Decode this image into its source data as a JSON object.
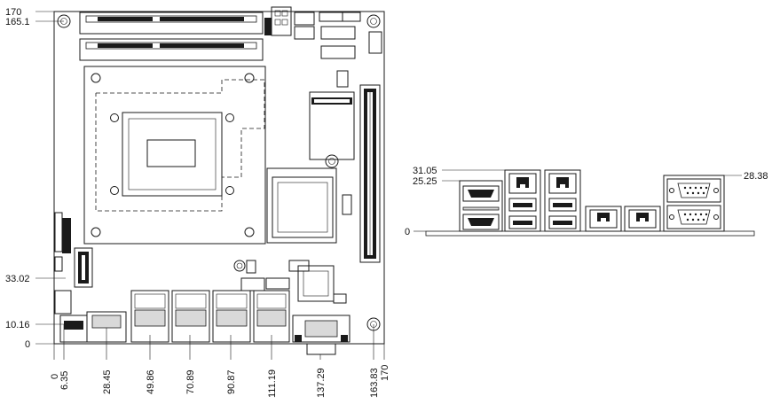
{
  "left_view": {
    "y_labels": [
      "170",
      "165.1",
      "33.02",
      "10.16",
      "0"
    ],
    "x_labels": [
      "0",
      "6.35",
      "28.45",
      "49.86",
      "70.89",
      "90.87",
      "111.19",
      "137.29",
      "163.83",
      "170"
    ]
  },
  "right_view": {
    "labels": [
      "31.05",
      "25.25",
      "28.38",
      "0"
    ]
  }
}
